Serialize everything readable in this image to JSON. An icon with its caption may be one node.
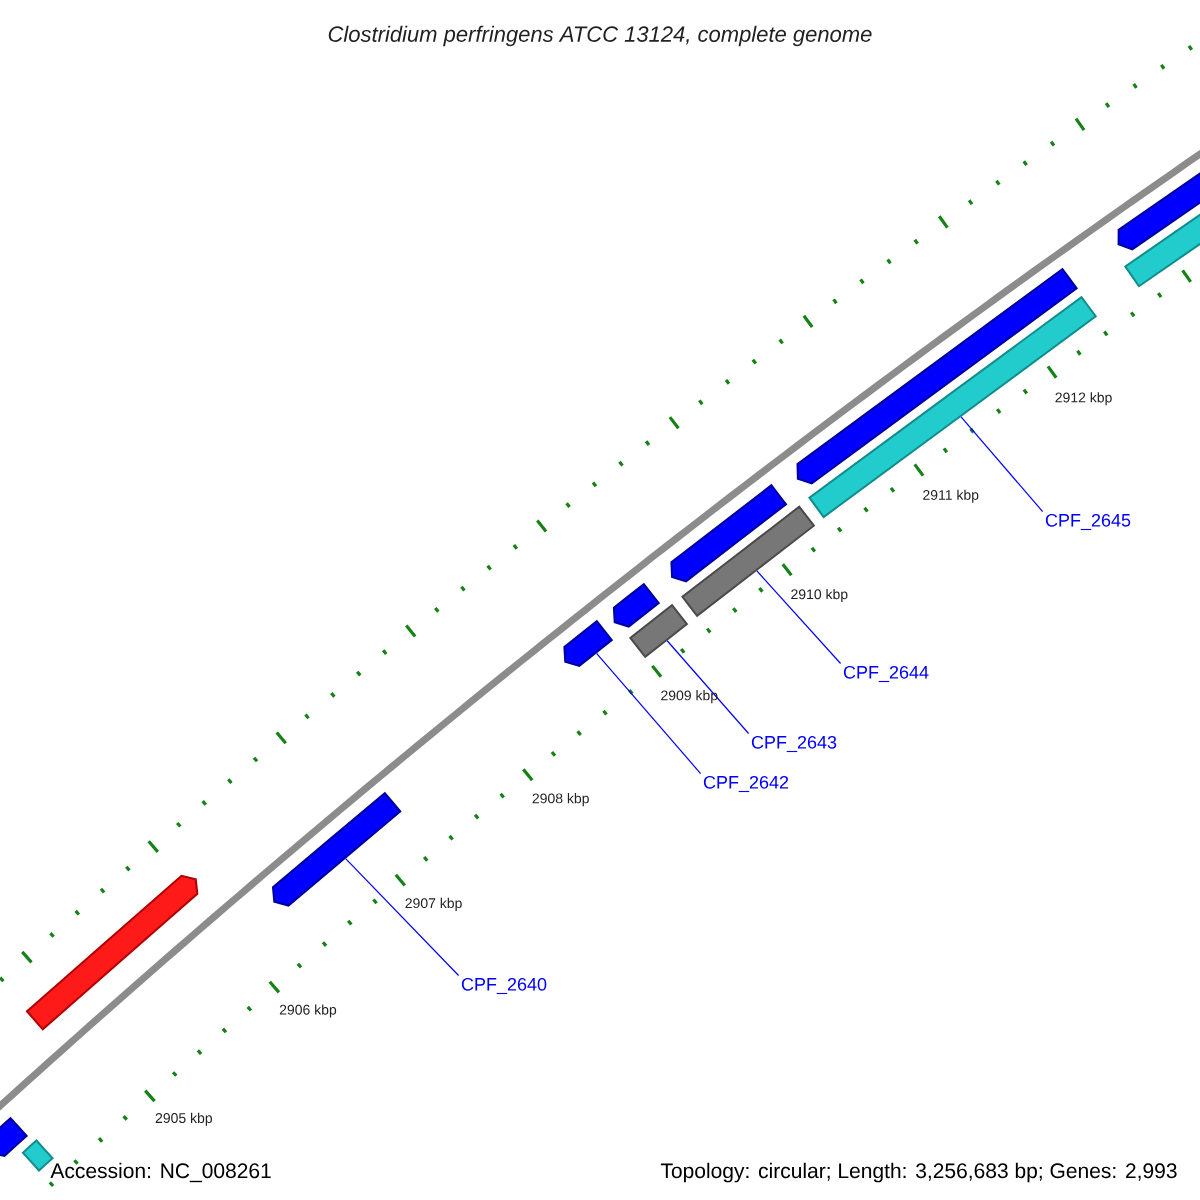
{
  "diagram": {
    "title": "Clostridium perfringens ATCC 13124, complete genome",
    "nodes": [
      {
        "text": [
          "CPF_2640"
        ]
      },
      {
        "text": [
          "CPF_2642"
        ]
      },
      {
        "text": [
          "CPF_2643"
        ]
      },
      {
        "text": [
          "CPF_2644"
        ]
      },
      {
        "text": [
          "CPF_2645"
        ]
      },
      {
        "text": [],
        "shape": "bar"
      },
      {
        "text": [],
        "shape": "bar"
      },
      {
        "text": [],
        "shape": "bar"
      },
      {
        "text": [],
        "shape": "bar"
      },
      {
        "text": [],
        "shape": "bar"
      },
      {
        "text": [],
        "shape": "bar"
      },
      {
        "text": [],
        "shape": "bar"
      },
      {
        "text": [],
        "shape": "bar"
      },
      {
        "text": [],
        "shape": "bar"
      },
      {
        "text": [],
        "shape": "bar"
      },
      {
        "text": [],
        "shape": "bar"
      },
      {
        "text": [],
        "shape": "bar"
      },
      {
        "text": [],
        "shape": "bar"
      }
    ],
    "edges": [
      {
        "from": 0,
        "to": 8,
        "arrow": "none"
      },
      {
        "from": 1,
        "to": 9,
        "arrow": "none"
      },
      {
        "from": 2,
        "to": 11,
        "arrow": "none"
      },
      {
        "from": 3,
        "to": 13,
        "arrow": "none"
      },
      {
        "from": 4,
        "to": 15,
        "arrow": "none"
      }
    ],
    "labels": [
      "2912 kbp",
      "2911 kbp",
      "2910 kbp",
      "2909 kbp",
      "2908 kbp",
      "2907 kbp",
      "2906 kbp",
      "2905 kbp",
      "Accession: NC_008261",
      "Topology: circular; Length: 3,256,683 bp; Genes: 2,993"
    ]
  }
}
